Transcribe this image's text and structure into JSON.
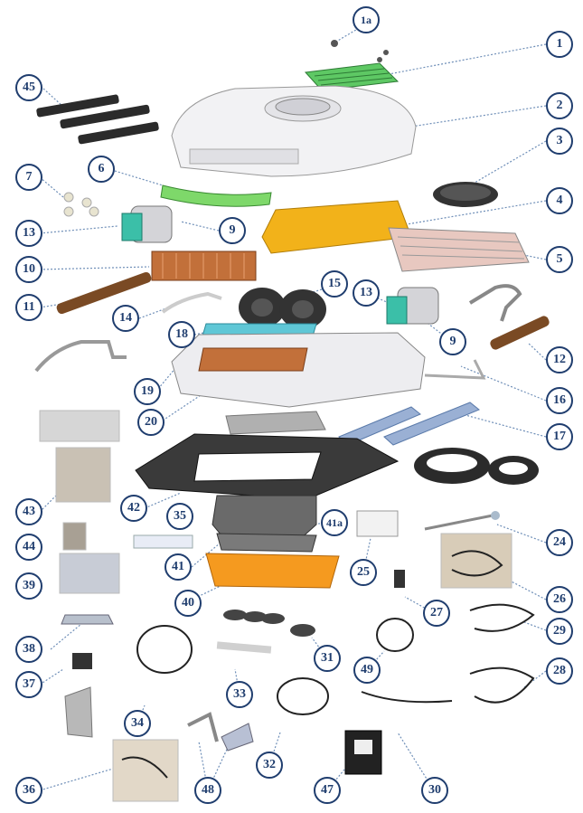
{
  "colors": {
    "callout_border": "#1f3d6e",
    "callout_text": "#1f3d6e",
    "leader": "#6f8fb8",
    "shroud": "#f2f2f4",
    "yellow_cover": "#f2b21a",
    "orange_tray": "#f59a1f",
    "green_grille": "#5ec864",
    "dark_gasket": "#2b2b2b",
    "copper": "#b87333",
    "cyan_filter": "#5fc7d6"
  },
  "callouts": [
    {
      "id": "c1a",
      "label": "1a"
    },
    {
      "id": "c1",
      "label": "1"
    },
    {
      "id": "c2",
      "label": "2"
    },
    {
      "id": "c3",
      "label": "3"
    },
    {
      "id": "c4",
      "label": "4"
    },
    {
      "id": "c5",
      "label": "5"
    },
    {
      "id": "c45",
      "label": "45"
    },
    {
      "id": "c6",
      "label": "6"
    },
    {
      "id": "c7",
      "label": "7"
    },
    {
      "id": "c13a",
      "label": "13"
    },
    {
      "id": "c9a",
      "label": "9"
    },
    {
      "id": "c10",
      "label": "10"
    },
    {
      "id": "c11",
      "label": "11"
    },
    {
      "id": "c14",
      "label": "14"
    },
    {
      "id": "c15",
      "label": "15"
    },
    {
      "id": "c13b",
      "label": "13"
    },
    {
      "id": "c9b",
      "label": "9"
    },
    {
      "id": "c18",
      "label": "18"
    },
    {
      "id": "c12",
      "label": "12"
    },
    {
      "id": "c19",
      "label": "19"
    },
    {
      "id": "c16",
      "label": "16"
    },
    {
      "id": "c20",
      "label": "20"
    },
    {
      "id": "c17",
      "label": "17"
    },
    {
      "id": "c43",
      "label": "43"
    },
    {
      "id": "c42",
      "label": "42"
    },
    {
      "id": "c35",
      "label": "35"
    },
    {
      "id": "c41a",
      "label": "41a"
    },
    {
      "id": "c24",
      "label": "24"
    },
    {
      "id": "c44",
      "label": "44"
    },
    {
      "id": "c25",
      "label": "25"
    },
    {
      "id": "c41",
      "label": "41"
    },
    {
      "id": "c39",
      "label": "39"
    },
    {
      "id": "c26",
      "label": "26"
    },
    {
      "id": "c27",
      "label": "27"
    },
    {
      "id": "c40",
      "label": "40"
    },
    {
      "id": "c29",
      "label": "29"
    },
    {
      "id": "c38",
      "label": "38"
    },
    {
      "id": "c31",
      "label": "31"
    },
    {
      "id": "c49",
      "label": "49"
    },
    {
      "id": "c37",
      "label": "37"
    },
    {
      "id": "c28",
      "label": "28"
    },
    {
      "id": "c33",
      "label": "33"
    },
    {
      "id": "c34",
      "label": "34"
    },
    {
      "id": "c32",
      "label": "32"
    },
    {
      "id": "c30",
      "label": "30"
    },
    {
      "id": "c47",
      "label": "47"
    },
    {
      "id": "c48",
      "label": "48"
    },
    {
      "id": "c36",
      "label": "36"
    }
  ]
}
